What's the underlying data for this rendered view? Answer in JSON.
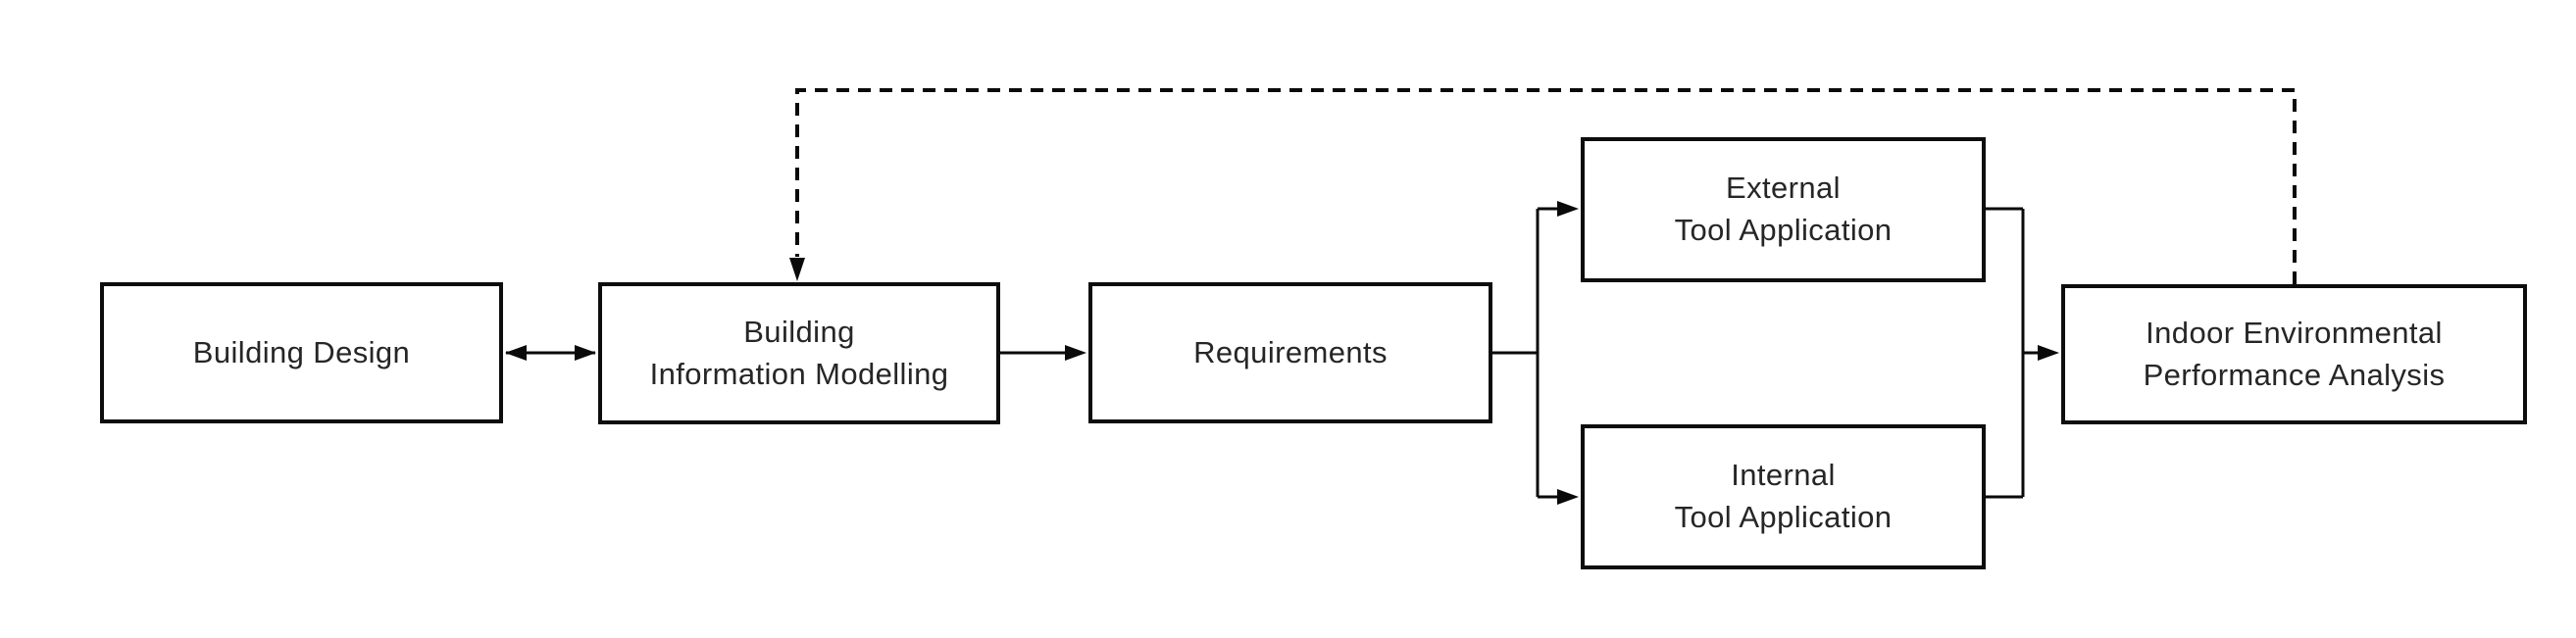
{
  "diagram": {
    "background": "#ffffff",
    "line_color": "#0a0a0a",
    "text_color": "#262626",
    "nodes": [
      {
        "id": "building-design",
        "label": "Building Design"
      },
      {
        "id": "building-information-modelling",
        "label": "Building\nInformation Modelling"
      },
      {
        "id": "requirements",
        "label": "Requirements"
      },
      {
        "id": "external-tool-application",
        "label": "External\nTool Application"
      },
      {
        "id": "internal-tool-application",
        "label": "Internal\nTool Application"
      },
      {
        "id": "indoor-environmental-performance-analysis",
        "label": "Indoor Environmental\nPerformance Analysis"
      }
    ],
    "edges": [
      {
        "from": "building-design",
        "to": "building-information-modelling",
        "style": "solid",
        "direction": "bidirectional"
      },
      {
        "from": "building-information-modelling",
        "to": "requirements",
        "style": "solid",
        "direction": "forward"
      },
      {
        "from": "requirements",
        "to": "external-tool-application",
        "style": "solid",
        "direction": "forward"
      },
      {
        "from": "requirements",
        "to": "internal-tool-application",
        "style": "solid",
        "direction": "forward"
      },
      {
        "from": "external-tool-application",
        "to": "indoor-environmental-performance-analysis",
        "style": "solid",
        "direction": "forward"
      },
      {
        "from": "internal-tool-application",
        "to": "indoor-environmental-performance-analysis",
        "style": "solid",
        "direction": "forward"
      },
      {
        "from": "indoor-environmental-performance-analysis",
        "to": "building-information-modelling",
        "style": "dashed",
        "direction": "forward"
      }
    ]
  }
}
